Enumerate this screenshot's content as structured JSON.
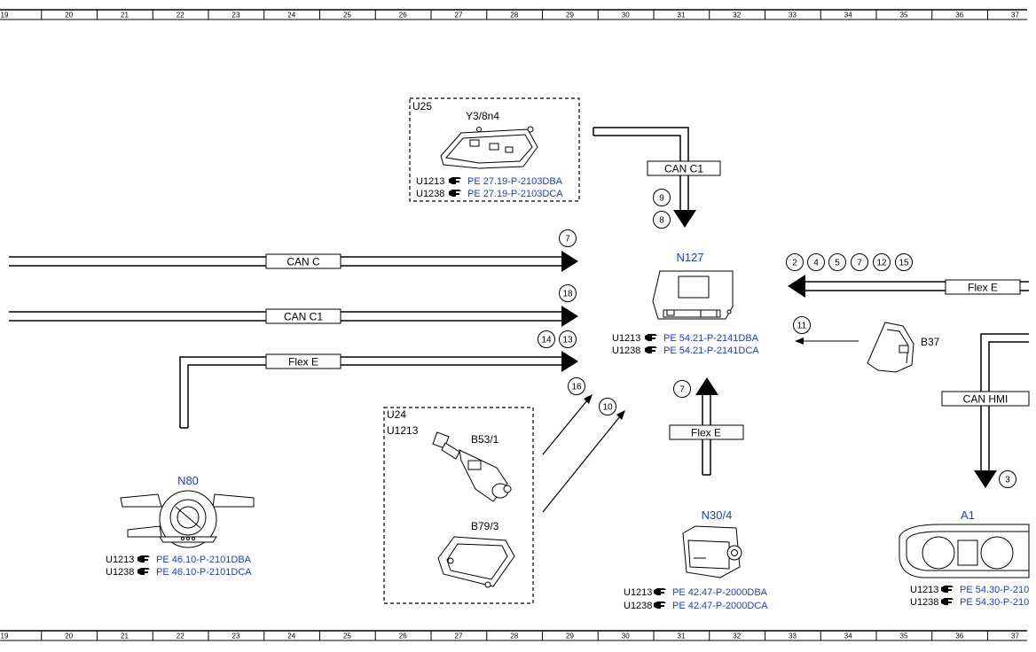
{
  "ruler": {
    "columns": [
      "19",
      "20",
      "21",
      "22",
      "23",
      "24",
      "25",
      "26",
      "27",
      "28",
      "29",
      "30",
      "31",
      "32",
      "33",
      "34",
      "35",
      "36",
      "37"
    ]
  },
  "buses": {
    "can_c": "CAN C",
    "can_c1_left": "CAN C1",
    "flex_e_left": "Flex E",
    "can_c1_top": "CAN C1",
    "flex_e_right": "Flex E",
    "flex_e_bottom": "Flex E",
    "can_hmi": "CAN HMI"
  },
  "circles": {
    "c9": "9",
    "c8": "8",
    "c7_left": "7",
    "c18": "18",
    "c14": "14",
    "c13": "13",
    "c16": "16",
    "c10": "10",
    "c7_bottom": "7",
    "c11": "11",
    "c3": "3",
    "right_group": [
      "2",
      "4",
      "5",
      "7",
      "12",
      "15"
    ]
  },
  "components": {
    "u25": {
      "group": "U25",
      "name": "Y3/8n4",
      "refs": [
        {
          "code": "U1213",
          "doc": "PE 27.19-P-2103DBA"
        },
        {
          "code": "U1238",
          "doc": "PE 27.19-P-2103DCA"
        }
      ]
    },
    "n127": {
      "name": "N127",
      "refs": [
        {
          "code": "U1213",
          "doc": "PE 54.21-P-2141DBA"
        },
        {
          "code": "U1238",
          "doc": "PE 54.21-P-2141DCA"
        }
      ]
    },
    "b37": {
      "name": "B37"
    },
    "u24": {
      "group1": "U24",
      "group2": "U1213",
      "name1": "B53/1",
      "name2": "B79/3"
    },
    "n80": {
      "name": "N80",
      "refs": [
        {
          "code": "U1213",
          "doc": "PE 46.10-P-2101DBA"
        },
        {
          "code": "U1238",
          "doc": "PE 46.10-P-2101DCA"
        }
      ]
    },
    "n30_4": {
      "name": "N30/4",
      "refs": [
        {
          "code": "U1213",
          "doc": "PE 42.47-P-2000DBA"
        },
        {
          "code": "U1238",
          "doc": "PE 42.47-P-2000DCA"
        }
      ]
    },
    "a1": {
      "name": "A1",
      "refs": [
        {
          "code": "U1213",
          "doc": "PE 54.30-P-210"
        },
        {
          "code": "U1238",
          "doc": "PE 54.30-P-210"
        }
      ]
    }
  }
}
